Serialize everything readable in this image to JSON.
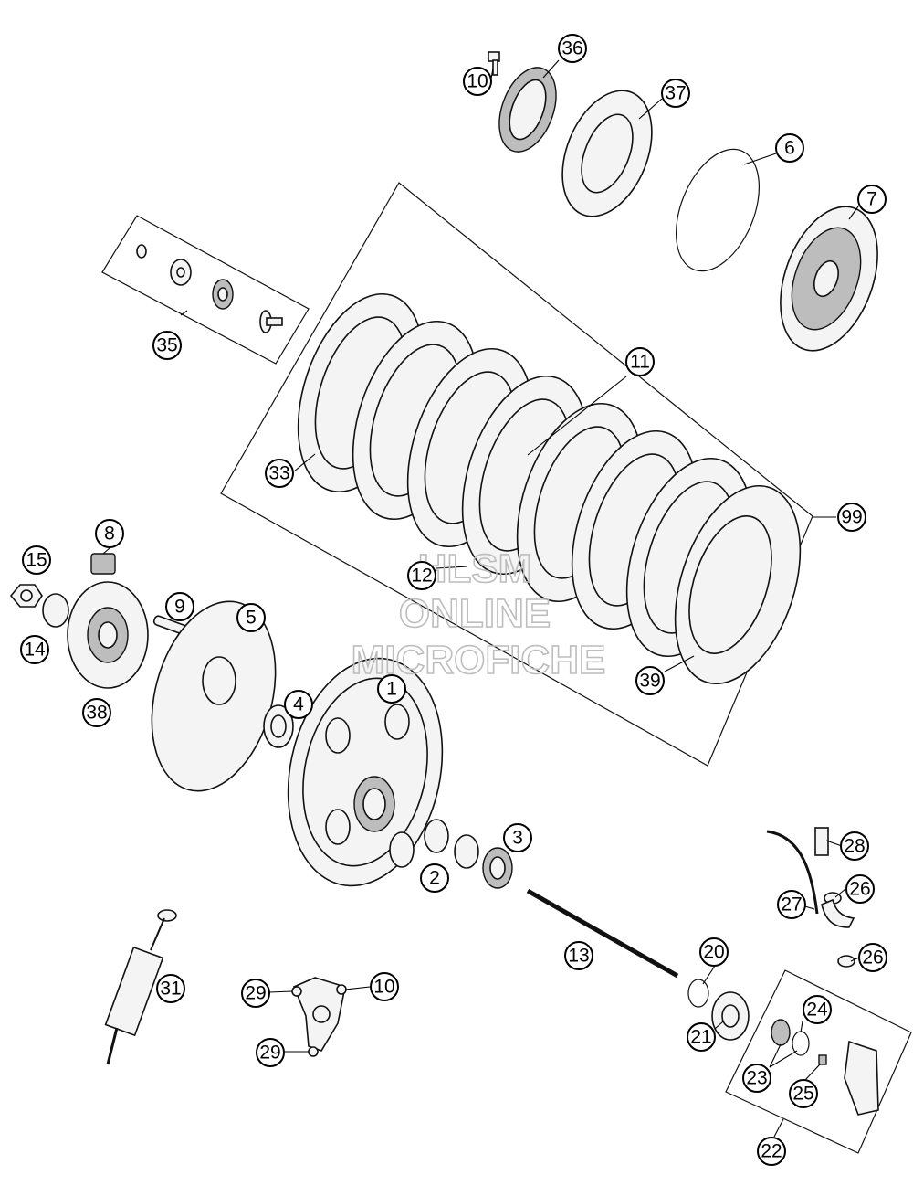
{
  "callouts": [
    {
      "id": "c36",
      "label": "36"
    },
    {
      "id": "c10a",
      "label": "10"
    },
    {
      "id": "c37",
      "label": "37"
    },
    {
      "id": "c6",
      "label": "6"
    },
    {
      "id": "c7",
      "label": "7"
    },
    {
      "id": "c35",
      "label": "35"
    },
    {
      "id": "c11",
      "label": "11"
    },
    {
      "id": "c33",
      "label": "33"
    },
    {
      "id": "c99",
      "label": "99"
    },
    {
      "id": "c8",
      "label": "8"
    },
    {
      "id": "c15",
      "label": "15"
    },
    {
      "id": "c9",
      "label": "9"
    },
    {
      "id": "c5",
      "label": "5"
    },
    {
      "id": "c12",
      "label": "12"
    },
    {
      "id": "c14",
      "label": "14"
    },
    {
      "id": "c38",
      "label": "38"
    },
    {
      "id": "c39",
      "label": "39"
    },
    {
      "id": "c1",
      "label": "1"
    },
    {
      "id": "c4",
      "label": "4"
    },
    {
      "id": "c3",
      "label": "3"
    },
    {
      "id": "c2",
      "label": "2"
    },
    {
      "id": "c28",
      "label": "28"
    },
    {
      "id": "c27",
      "label": "27"
    },
    {
      "id": "c26a",
      "label": "26"
    },
    {
      "id": "c26b",
      "label": "26"
    },
    {
      "id": "c13",
      "label": "13"
    },
    {
      "id": "c20",
      "label": "20"
    },
    {
      "id": "c21",
      "label": "21"
    },
    {
      "id": "c24",
      "label": "24"
    },
    {
      "id": "c23",
      "label": "23"
    },
    {
      "id": "c25",
      "label": "25"
    },
    {
      "id": "c22",
      "label": "22"
    },
    {
      "id": "c31",
      "label": "31"
    },
    {
      "id": "c29a",
      "label": "29"
    },
    {
      "id": "c10b",
      "label": "10"
    },
    {
      "id": "c29b",
      "label": "29"
    }
  ],
  "watermark": {
    "line1": "HLSM",
    "line2": "ONLINE",
    "line3": "MICROFICHE"
  }
}
